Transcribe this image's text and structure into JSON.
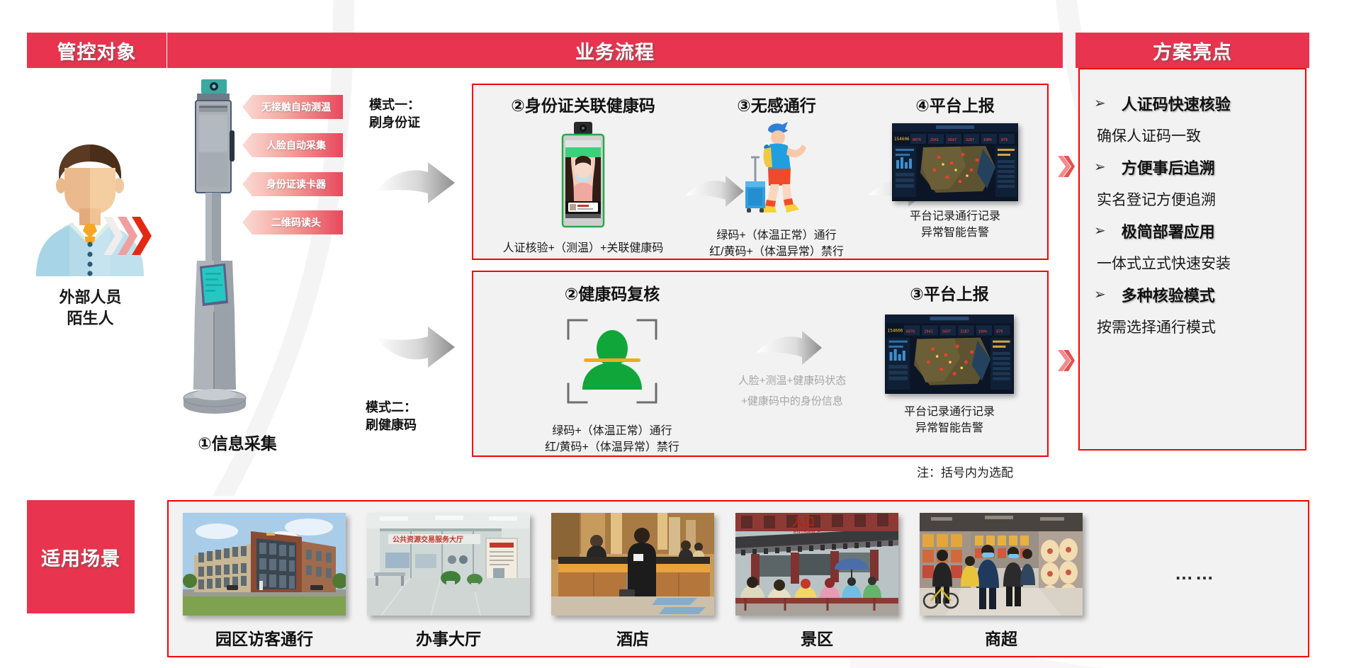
{
  "banners": {
    "subject": "管控对象",
    "process": "业务流程",
    "highlight": "方案亮点",
    "scene": "适用场景"
  },
  "subject": {
    "person_label_line1": "外部人员",
    "person_label_line2": "陌生人",
    "kiosk_caption": "①信息采集",
    "feature_tags": [
      "无接触自动测温",
      "人脸自动采集",
      "身份证读卡器",
      "二维码读头"
    ]
  },
  "modes": {
    "mode1_line1": "模式一：",
    "mode1_line2": "刷身份证",
    "mode2_line1": "模式二：",
    "mode2_line2": "刷健康码"
  },
  "flow_mode1": {
    "steps": [
      {
        "title": "②身份证关联健康码",
        "caption": "人证核验+（测温）+关联健康码",
        "icon": "face-terminal-device"
      },
      {
        "title": "③无感通行",
        "caption_line1": "绿码+（体温正常）通行",
        "caption_line2": "红/黄码+（体温异常）禁行",
        "icon": "traveler-walking"
      },
      {
        "title": "④平台上报",
        "caption_line1": "平台记录通行记录",
        "caption_line2": "异常智能告警",
        "icon": "monitoring-dashboard"
      }
    ]
  },
  "flow_mode2": {
    "steps": [
      {
        "title": "②健康码复核",
        "caption_line1": "绿码+（体温正常）通行",
        "caption_line2": "红/黄码+（体温异常）禁行",
        "icon": "face-scan-frame"
      },
      {
        "title": "③平台上报",
        "caption_line1": "平台记录通行记录",
        "caption_line2": "异常智能告警",
        "icon": "monitoring-dashboard"
      }
    ],
    "arrow_note_line1": "人脸+测温+健康码状态",
    "arrow_note_line2": "+健康码中的身份信息"
  },
  "note": "注：括号内为选配",
  "highlights": [
    {
      "bullet": "➢",
      "title": "人证码快速核验",
      "desc": "确保人证码一致"
    },
    {
      "bullet": "➢",
      "title": "方便事后追溯",
      "desc": "实名登记方便追溯"
    },
    {
      "bullet": "➢",
      "title": "极简部署应用",
      "desc": "一体式立式快速安装"
    },
    {
      "bullet": "➢",
      "title": "多种核验模式",
      "desc": "按需选择通行模式"
    }
  ],
  "scenes": [
    {
      "label": "园区访客通行",
      "image": "office-park-building"
    },
    {
      "label": "办事大厅",
      "image": "public-service-hall"
    },
    {
      "label": "酒店",
      "image": "hotel-front-desk"
    },
    {
      "label": "景区",
      "image": "scenic-spot-entrance"
    },
    {
      "label": "商超",
      "image": "supermarket-aisle"
    }
  ],
  "scene_more": "……",
  "colors": {
    "brand_red": "#e8344e",
    "panel_border": "#fb0000",
    "panel_bg": "#f2f2f2",
    "tag_gradient_start": "#fbdcd6",
    "tag_gradient_end": "#e8485c",
    "green_code": "#11a63a"
  }
}
